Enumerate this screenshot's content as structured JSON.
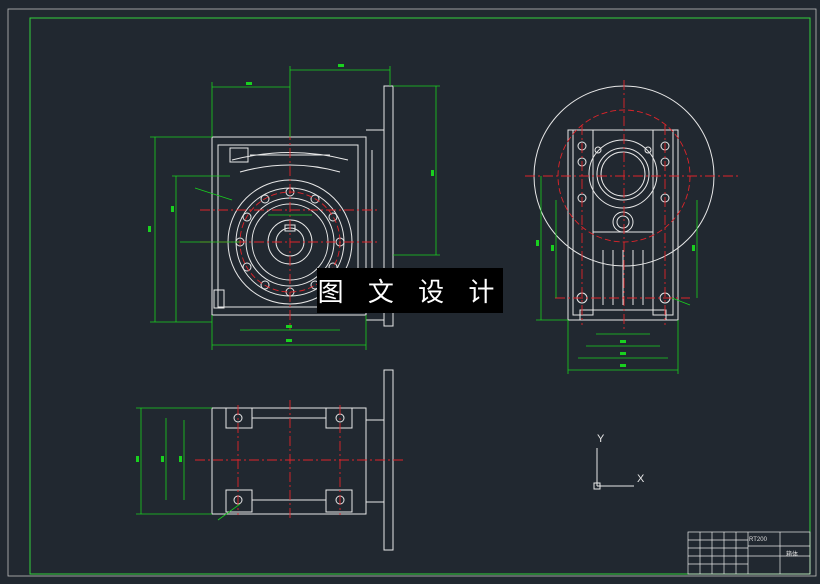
{
  "watermark": {
    "text": "图 文 设 计"
  },
  "ucs": {
    "y_label": "Y",
    "x_label": "X"
  },
  "title_block": {
    "code": "RT200",
    "name": "箱体"
  },
  "colors": {
    "background": "#212830",
    "outline": "#e8e8e8",
    "dimension": "#19d11f",
    "centerline": "#e0242a",
    "frame": "#33d13c"
  }
}
